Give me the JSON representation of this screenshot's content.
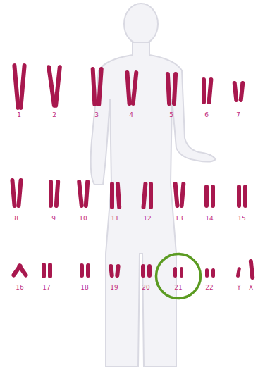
{
  "diagram": {
    "nodes": [
      {
        "text": [
          "21"
        ]
      }
    ],
    "labels": [
      "1",
      "2",
      "3",
      "4",
      "5",
      "6",
      "7",
      "8",
      "9",
      "10",
      "11",
      "12",
      "13",
      "14",
      "15",
      "16",
      "17",
      "18",
      "19",
      "20",
      "22",
      "Y",
      "X"
    ]
  }
}
